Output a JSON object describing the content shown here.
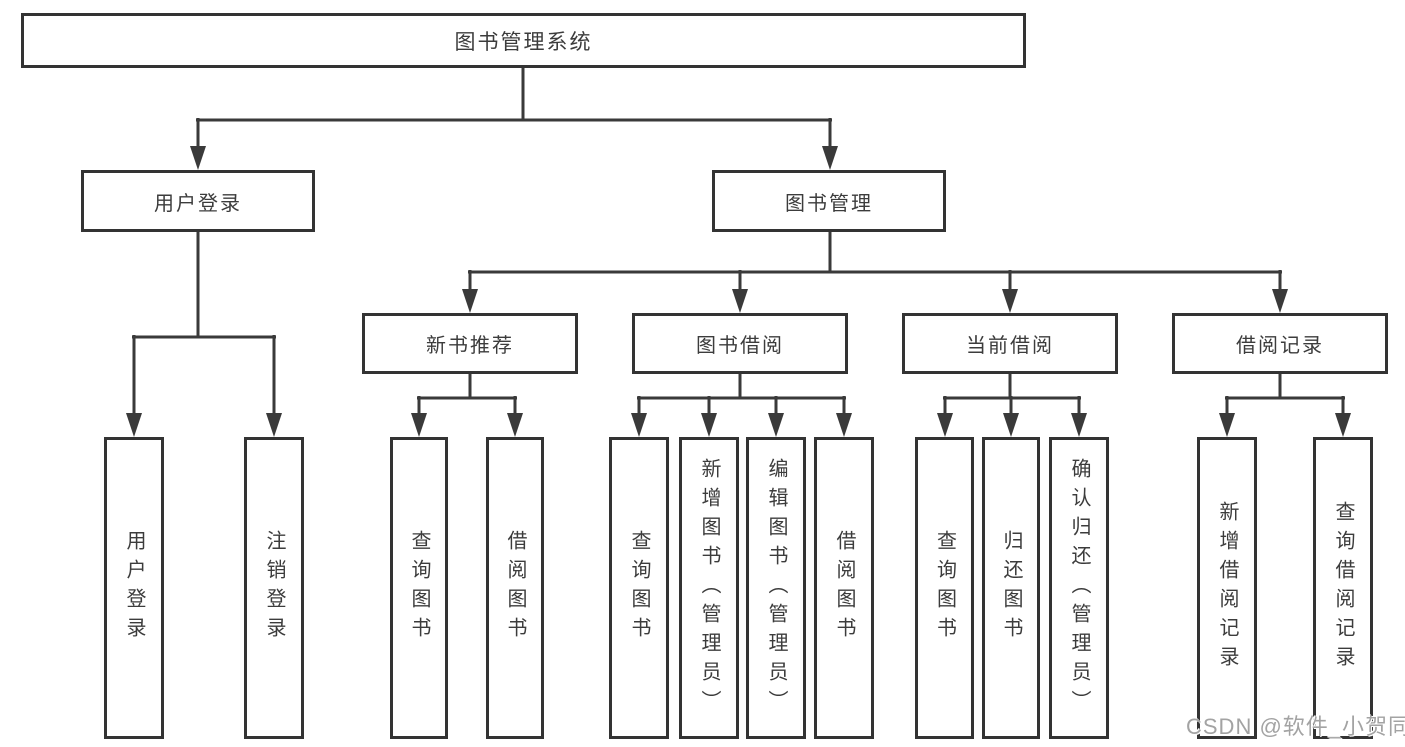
{
  "colors": {
    "line": "#3a3a3a",
    "box_border": "#333333",
    "text": "#3c3c3c",
    "watermark": "#a3a3a3",
    "background": "#ffffff"
  },
  "tree": {
    "root": {
      "label": "图书管理系统"
    },
    "branches": [
      {
        "label": "用户登录",
        "children": [
          {
            "label": "用户登录"
          },
          {
            "label": "注销登录"
          }
        ]
      },
      {
        "label": "图书管理",
        "children": [
          {
            "label": "新书推荐",
            "children": [
              {
                "label": "查询图书"
              },
              {
                "label": "借阅图书"
              }
            ]
          },
          {
            "label": "图书借阅",
            "children": [
              {
                "label": "查询图书"
              },
              {
                "label": "新增图书（管理员）"
              },
              {
                "label": "编辑图书（管理员）"
              },
              {
                "label": "借阅图书"
              }
            ]
          },
          {
            "label": "当前借阅",
            "children": [
              {
                "label": "查询图书"
              },
              {
                "label": "归还图书"
              },
              {
                "label": "确认归还（管理员）"
              }
            ]
          },
          {
            "label": "借阅记录",
            "children": [
              {
                "label": "新增借阅记录"
              },
              {
                "label": "查询借阅记录"
              }
            ]
          }
        ]
      }
    ]
  },
  "watermark": {
    "text": "CSDN @软件_小贺同学"
  }
}
